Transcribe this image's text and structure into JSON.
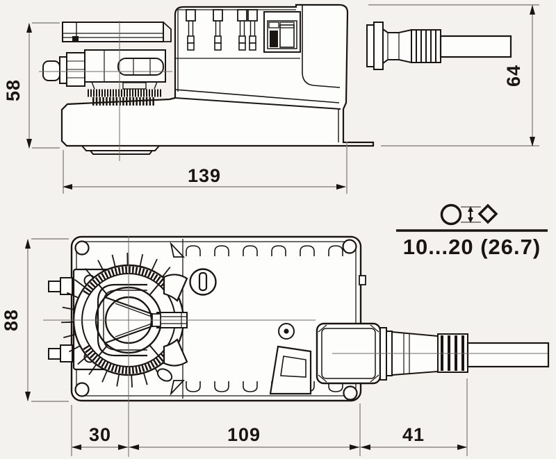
{
  "colors": {
    "background": "#f4f2ee",
    "line": "#1a1511",
    "dimension_line": "#8d8780"
  },
  "side_view": {
    "dim_overall_height_mm": "58",
    "dim_right_height_mm": "64",
    "dim_overall_length_mm": "139"
  },
  "top_view": {
    "dim_overall_width_mm": "88",
    "dim_clamp_offset_mm": "30",
    "dim_body_length_mm": "109",
    "dim_cable_gland_mm": "41"
  },
  "shaft_spec": {
    "range_label": "10...20 (26.7)",
    "icons": [
      "round-shaft-icon",
      "shaft-height-adjust-icon",
      "square-shaft-icon"
    ]
  }
}
